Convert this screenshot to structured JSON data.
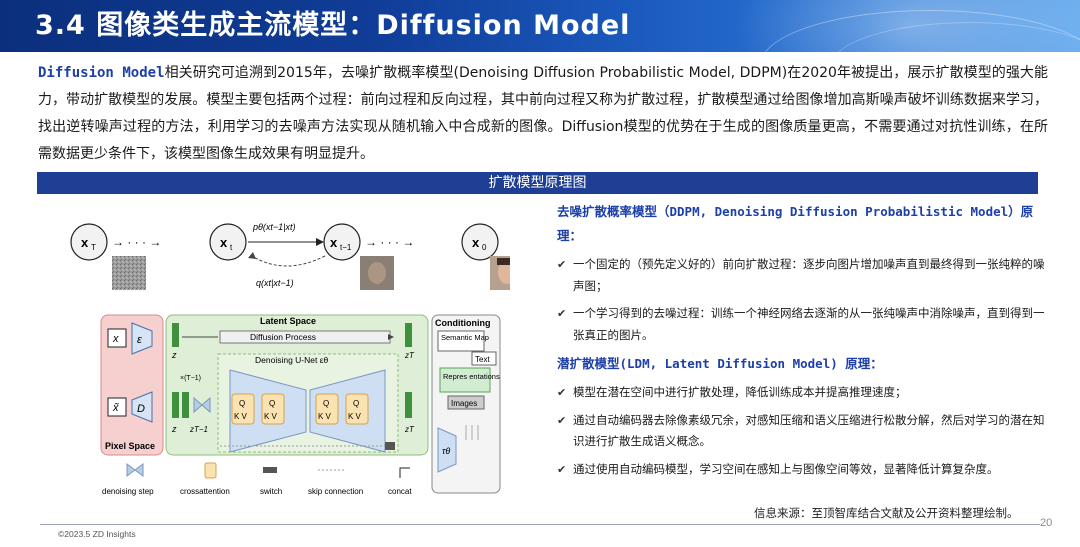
{
  "header": {
    "title": "3.4 图像类生成主流模型：Diffusion Model"
  },
  "intro": {
    "highlight": "Diffusion Model",
    "text": "相关研究可追溯到2015年，去噪扩散概率模型(Denoising Diffusion Probabilistic Model, DDPM)在2020年被提出，展示扩散模型的强大能力，带动扩散模型的发展。模型主要包括两个过程：前向过程和反向过程，其中前向过程又称为扩散过程，扩散模型通过给图像增加高斯噪声破坏训练数据来学习，找出逆转噪声过程的方法，利用学习的去噪声方法实现从随机输入中合成新的图像。Diffusion模型的优势在于生成的图像质量更高，不需要通过对抗性训练，在所需数据更少条件下，该模型图像生成效果有明显提升。"
  },
  "section_bar": "扩散模型原理图",
  "diagram": {
    "top": {
      "xT": "x",
      "xT_sub": "T",
      "dots1": "→ · · · →",
      "xt": "x",
      "xt_sub": "t",
      "xt1": "x",
      "xt1_sub": "t−1",
      "dots2": "→ · · · →",
      "x0": "x",
      "x0_sub": "0",
      "p_label": "pθ(xt−1|xt)",
      "q_label": "q(xt|xt−1)"
    },
    "latent_space": "Latent Space",
    "diffusion_process": "Diffusion Process",
    "denoising_unet": "Denoising U-Net εθ",
    "conditioning": "Conditioning",
    "cond_items": [
      "Semantic Map",
      "Text",
      "Repres entations",
      "Images"
    ],
    "pixel_space": "Pixel Space",
    "x_label": "x",
    "xhat_label": "x̃",
    "enc_label": "ε",
    "dec_label": "D",
    "z_label": "z",
    "zT_label": "zT",
    "zT1_label": "zT−1",
    "tau_label": "τθ",
    "times_label": "×(T−1)",
    "qkv_q": "Q",
    "qkv_kv": "K V",
    "legend": [
      "denoising step",
      "crossattention",
      "switch",
      "skip connection",
      "concat"
    ]
  },
  "right": {
    "heading1": "去噪扩散概率模型（DDPM, Denoising Diffusion Probabilistic Model）原理：",
    "list1": [
      "一个固定的（预先定义好的）前向扩散过程：逐步向图片增加噪声直到最终得到一张纯粹的噪声图；",
      "一个学习得到的去噪过程：训练一个神经网络去逐渐的从一张纯噪声中消除噪声，直到得到一张真正的图片。"
    ],
    "heading2": "潜扩散模型(LDM, Latent Diffusion Model) 原理：",
    "list2": [
      "模型在潜在空间中进行扩散处理，降低训练成本并提高推理速度；",
      "通过自动编码器去除像素级冗余，对感知压缩和语义压缩进行松散分解，然后对学习的潜在知识进行扩散生成语义概念。",
      "通过使用自动编码模型，学习空间在感知上与图像空间等效，显著降低计算复杂度。"
    ]
  },
  "source": "信息来源：至顶智库结合文献及公开资料整理绘制。",
  "copyright": "©2023.5 ZD Insights",
  "page_number": "20"
}
